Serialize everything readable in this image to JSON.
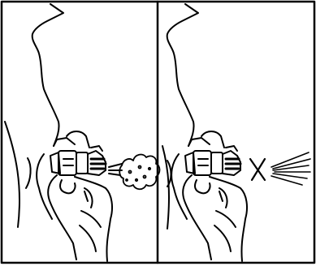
{
  "figure": {
    "description_visible_text": "",
    "panels": [
      {
        "id": "correct-use",
        "elements": [
          "face-profile",
          "hand",
          "spacer-inhaler",
          "mist-cloud"
        ]
      },
      {
        "id": "incorrect-use",
        "elements": [
          "face-profile",
          "hand",
          "spacer-inhaler",
          "cross-mark",
          "spray-lines"
        ]
      }
    ],
    "colors": {
      "ink": "#000000",
      "background": "#ffffff"
    }
  }
}
